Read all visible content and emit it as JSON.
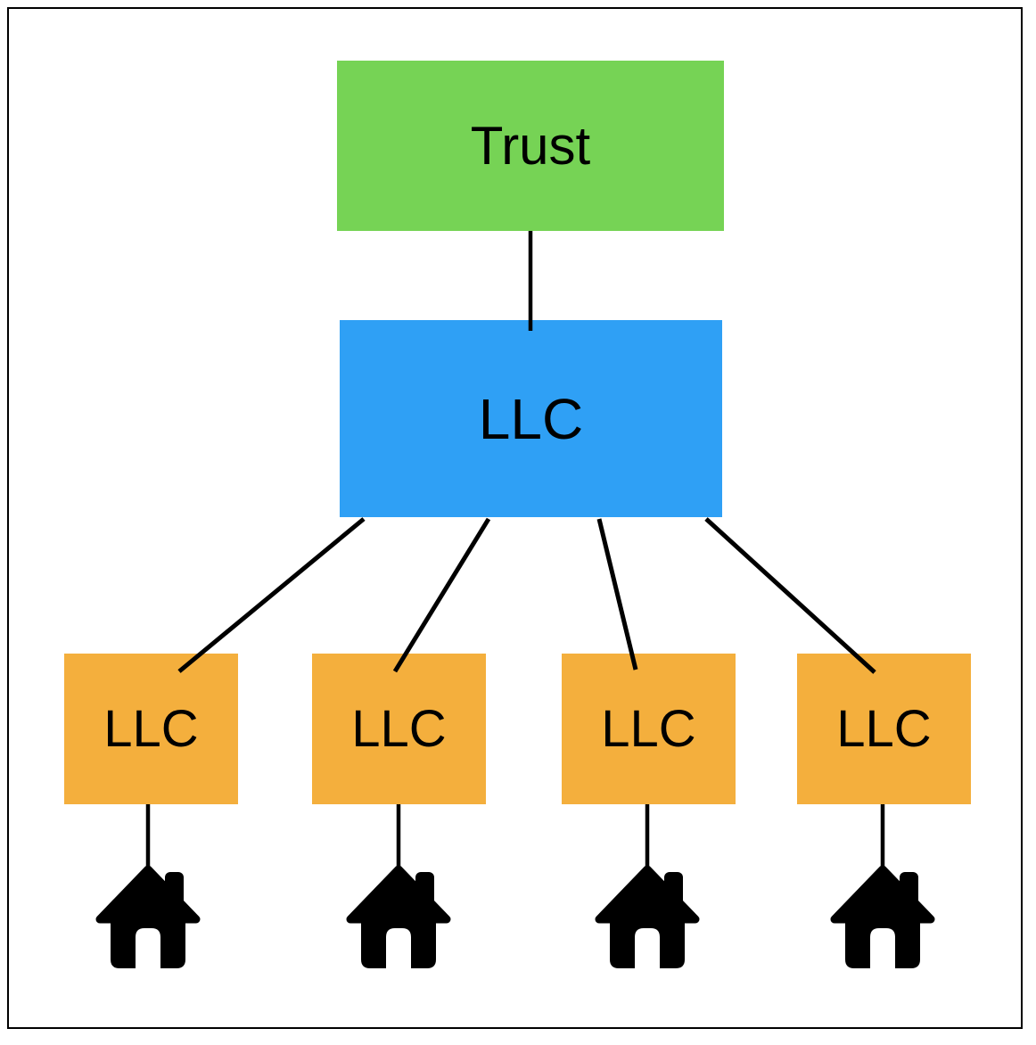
{
  "canvas": {
    "background": "#FFFFFF",
    "border_color": "#000000"
  },
  "nodes": {
    "trust": {
      "label": "Trust",
      "color": "#76D355",
      "text_color": "#000000"
    },
    "parent_llc": {
      "label": "LLC",
      "color": "#2FA0F5",
      "text_color": "#000000"
    },
    "child_llcs": {
      "color": "#F4AF3D",
      "text_color": "#000000",
      "items": [
        {
          "label": "LLC"
        },
        {
          "label": "LLC"
        },
        {
          "label": "LLC"
        },
        {
          "label": "LLC"
        }
      ]
    }
  },
  "icons": {
    "house": {
      "name": "house-icon",
      "color": "#000000",
      "count": 4
    }
  },
  "connectors": {
    "color": "#000000",
    "edges": [
      "trust-to-parent-llc",
      "parent-llc-to-child-llc-1",
      "parent-llc-to-child-llc-2",
      "parent-llc-to-child-llc-3",
      "parent-llc-to-child-llc-4",
      "child-llc-1-to-house-1",
      "child-llc-2-to-house-2",
      "child-llc-3-to-house-3",
      "child-llc-4-to-house-4"
    ]
  }
}
